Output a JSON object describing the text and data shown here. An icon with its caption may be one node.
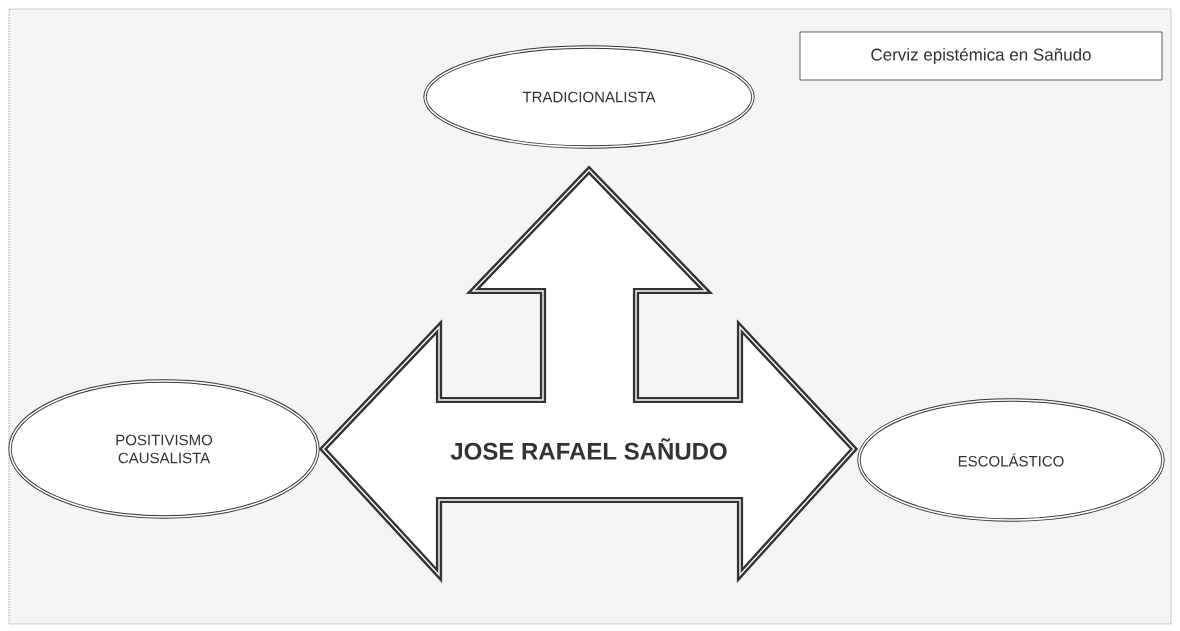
{
  "diagram": {
    "nodes": [
      {
        "text": [
          "Cerviz epistémica en Sañudo"
        ]
      },
      {
        "text": [
          "TRADICIONALISTA"
        ]
      },
      {
        "text": [
          "POSITIVISMO CAUSALISTA"
        ]
      },
      {
        "text": [
          "JOSE RAFAEL SAÑUDO"
        ]
      },
      {
        "text": [
          "ESCOLÁSTICO"
        ]
      }
    ]
  }
}
